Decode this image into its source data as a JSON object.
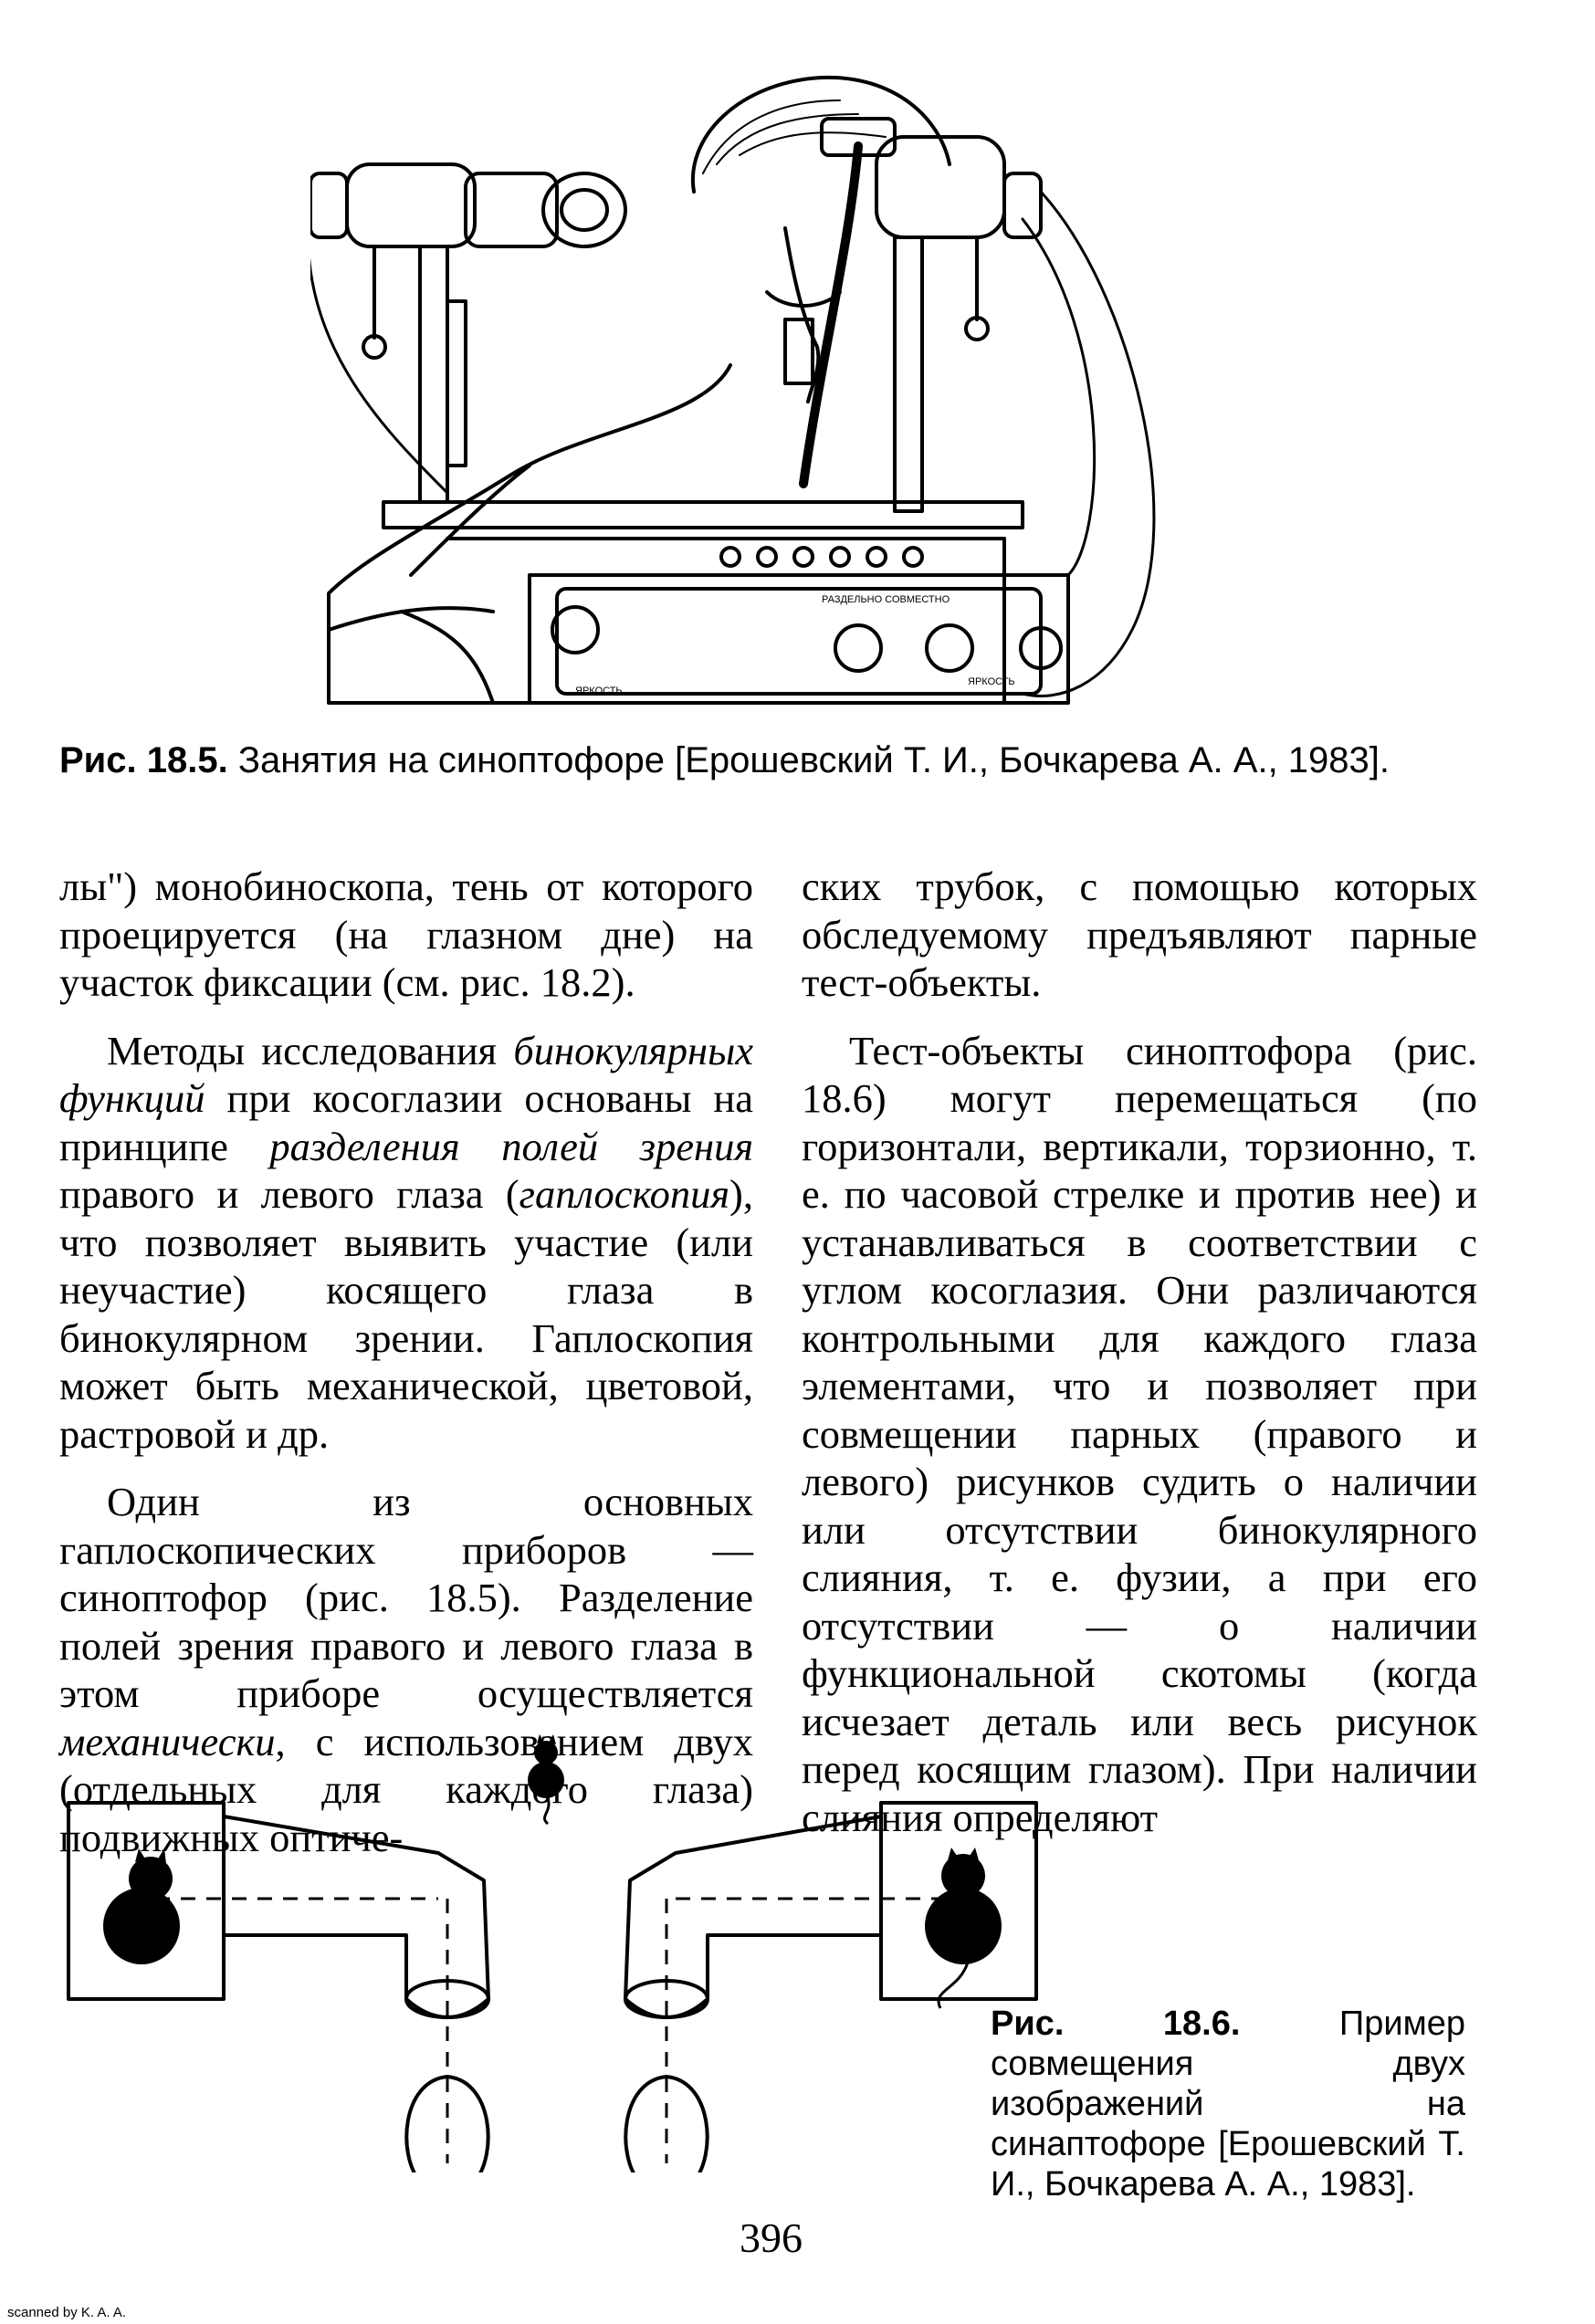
{
  "fig1": {
    "label": "Рис. 18.5.",
    "text": "Занятия на синоптофоре [Ерошевский Т. И., Бочкарева А. А., 1983].",
    "device_labels": [
      "РАЗДЕЛЬНО СОВМЕСТНО",
      "ЯРКОСТЬ",
      "ЯРКОСТЬ"
    ]
  },
  "col1": {
    "p1": "лы\") монобиноскопа, тень от которого проецируется (на глазном дне) на участок фиксации (см. рис. 18.2).",
    "p2": [
      "Методы исследования ",
      "бинокулярных функций",
      " при косоглазии основаны на принципе ",
      "разделения полей зрения",
      " правого и левого глаза (",
      "гаплоскопия",
      "), что позволяет выявить участие (или неучастие) косящего глаза в бинокулярном зрении. Гаплоскопия может быть механической, цветовой, растровой и др."
    ],
    "p3": [
      "Один из основных гаплоскопических приборов — синоптофор (рис. 18.5). Разделение полей зрения правого и левого глаза в этом приборе осуществляется ",
      "механически",
      ", с использованием двух (отдельных для каждого глаза) подвижных оптиче-"
    ]
  },
  "col2": {
    "p1": "ских трубок, с помощью которых обследуемому предъявляют парные тест-объекты.",
    "p2": "Тест-объекты синоптофора (рис. 18.6) могут перемещаться (по горизонтали, вертикали, торзионно, т. е. по часовой стрелке и против нее) и устанавливаться в соответствии с углом косоглазия. Они различаются контрольными для каждого глаза элементами, что и позволяет при совмещении парных (правого и левого) рисунков судить о наличии или отсутствии бинокулярного слияния, т. е. фузии, а при его отсутствии — о наличии функциональной скотомы (когда исчезает деталь или весь рисунок перед косящим глазом). При наличии слияния определяют"
  },
  "fig2": {
    "label": "Рис. 18.6.",
    "text": "Пример совмещения двух изображений на синаптофоре [Ерошевский Т. И., Бочкарева А. А., 1983]."
  },
  "page_number": "396",
  "scan_credit": "scanned by K. A. A."
}
